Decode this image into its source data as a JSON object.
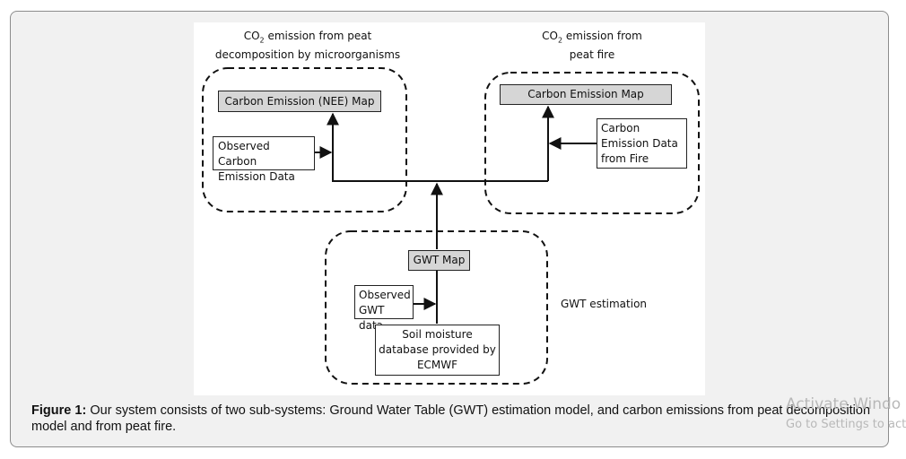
{
  "diagram": {
    "peat_group_title_a": "CO",
    "peat_group_title_sub": "2",
    "peat_group_title_b": " emission from peat",
    "peat_group_title_line2": "decomposition by microorganisms",
    "fire_group_title_a": "CO",
    "fire_group_title_sub": "2",
    "fire_group_title_b": " emission from",
    "fire_group_title_line2": "peat fire",
    "nee_map": "Carbon Emission (NEE)  Map",
    "observed_carbon_line1": "Observed Carbon",
    "observed_carbon_line2": "Emission Data",
    "fire_map": "Carbon Emission Map",
    "fire_data_line1": "Carbon",
    "fire_data_line2": "Emission Data",
    "fire_data_line3": "from Fire",
    "gwt_map": "GWT Map",
    "observed_gwt_line1": "Observed",
    "observed_gwt_line2": "GWT data",
    "soil_line1": "Soil moisture",
    "soil_line2": "database provided by",
    "soil_line3": "ECMWF",
    "gwt_group_label": "GWT estimation"
  },
  "caption": {
    "label": "Figure 1:",
    "text": " Our system consists of two sub-systems: Ground Water Table (GWT) estimation model, and carbon emissions from peat decomposition model and from peat fire."
  },
  "watermark": {
    "line1": "Activate Windo",
    "line2": "Go to Settings to act"
  }
}
